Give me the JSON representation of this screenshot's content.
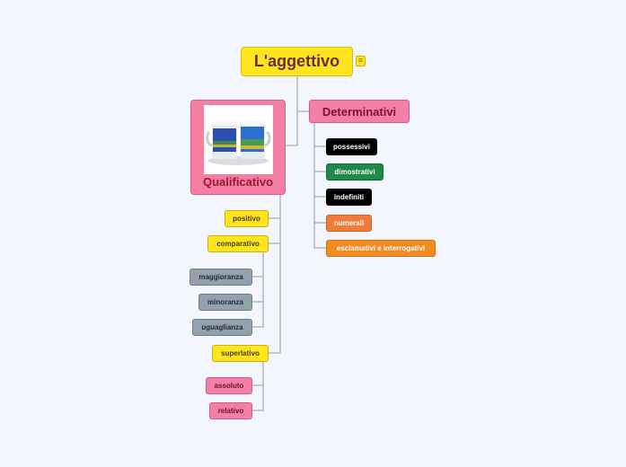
{
  "root": {
    "label": "L'aggettivo",
    "note_icon": "note-icon"
  },
  "qualificativo": {
    "label": "Qualificativo",
    "image": "mugs-picture",
    "children": {
      "positivo": "positivo",
      "comparativo": "comparativo",
      "maggioranza": "maggioranza",
      "minoranza": "minoranza",
      "uguaglianza": "uguaglianza",
      "superlativo": "superlativo",
      "assoluto": "assoluto",
      "relativo": "relativo"
    }
  },
  "determinativi": {
    "label": "Determinativi",
    "children": {
      "possessivi": "possessivi",
      "dimostrativi": "dimostrativi",
      "indefiniti": "indefiniti",
      "numerali": "numerali",
      "esclamativi": "esclamativi e interrogativi"
    }
  },
  "colors": {
    "background": "#f3f6fe",
    "yellow": "#ffe51f",
    "pink": "#f47fa6",
    "gray": "#93a0ae",
    "black": "#000000",
    "green": "#1e8a4a",
    "orange": "#f47a3a",
    "connector": "#a8aeb8"
  }
}
